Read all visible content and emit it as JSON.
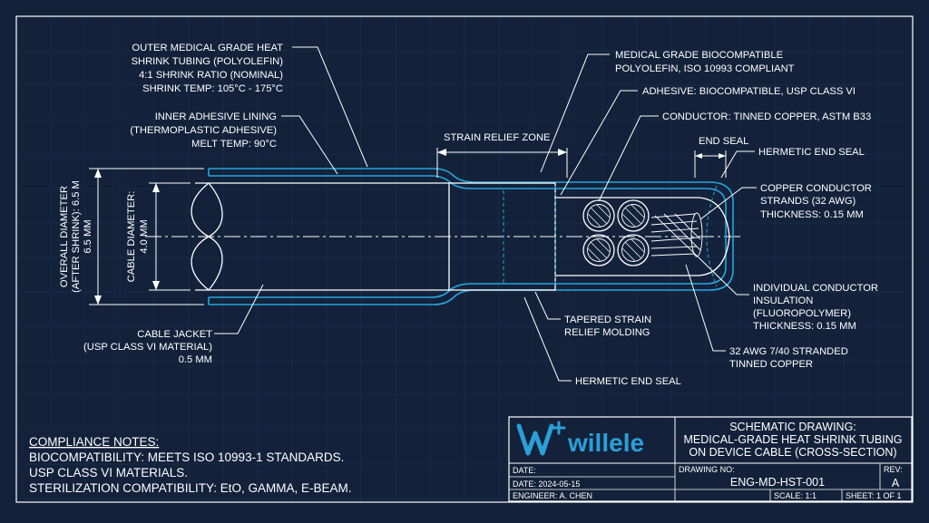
{
  "colors": {
    "background": "#13223a",
    "line": "#ffffff",
    "accent": "#27a5dc",
    "logo": "#2b9fd8"
  },
  "labels": {
    "outer_tubing": [
      "OUTER MEDICAL GRADE HEAT",
      "SHRINK TUBING (POLYOLEFIN)",
      "4:1 SHRINK RATIO (NOMINAL)",
      "SHRINK TEMP: 105°C - 175°C"
    ],
    "adhesive_lining": [
      "INNER ADHESIVE LINING",
      "(THERMOPLASTIC ADHESIVE)",
      "MELT TEMP: 90°C"
    ],
    "biocompatible": [
      "MEDICAL GRADE BIOCOMPATIBLE",
      "POLYOLEFIN, ISO 10993 COMPLIANT"
    ],
    "adhesive": "ADHESIVE: BIOCOMPATIBLE, USP CLASS VI",
    "conductor": "CONDUCTOR: TINNED COPPER, ASTM B33",
    "strain_relief_zone": "STRAIN RELIEF ZONE",
    "end_seal": "END SEAL",
    "hermetic_end_seal_top": "HERMETIC END SEAL",
    "copper_strands": [
      "COPPER CONDUCTOR",
      "STRANDS (32 AWG)",
      "THICKNESS: 0.15 MM"
    ],
    "overall_diameter": [
      "OVERALL DIAMETER",
      "(AFTER SHRINK): 6.5 M",
      "6.5 MM"
    ],
    "cable_diameter": [
      "CABLE DIAMETER:",
      "4.0 MM"
    ],
    "insulation": [
      "INDIVIDUAL CONDUCTOR",
      "INSULATION",
      "(FLUOROPOLYMER)",
      "THICKNESS: 0.15 MM"
    ],
    "cable_jacket": [
      "CABLE JACKET",
      "(USP CLASS VI MATERIAL)",
      "0.5 MM"
    ],
    "tapered_molding": [
      "TAPERED STRAIN",
      "RELIEF MOLDING"
    ],
    "stranded": [
      "32 AWG 7/40 STRANDED",
      "TINNED COPPER"
    ],
    "hermetic_end_seal_bottom": "HERMETIC END SEAL"
  },
  "compliance": {
    "heading": "COMPLIANCE NOTES:",
    "lines": [
      "BIOCOMPATIBILITY: MEETS ISO 10993-1 STANDARDS.",
      "USP CLASS VI MATERIALS.",
      "STERILIZATION COMPATIBILITY: EtO, GAMMA, E-BEAM."
    ]
  },
  "title_block": {
    "logo_text": "willele",
    "title_lines": [
      "SCHEMATIC DRAWING:",
      "MEDICAL-GRADE HEAT SHRINK TUBING",
      "ON DEVICE CABLE (CROSS-SECTION)"
    ],
    "date_label": "DATE:",
    "date_value": "DATE: 2024-05-15",
    "drawing_no_label": "DRAWING NO:",
    "drawing_no": "ENG-MD-HST-001",
    "rev_label": "REV:",
    "rev": "A",
    "engineer": "ENGINEER: A. CHEN",
    "scale": "SCALE: 1:1",
    "sheet": "SHEET: 1 OF 1"
  }
}
